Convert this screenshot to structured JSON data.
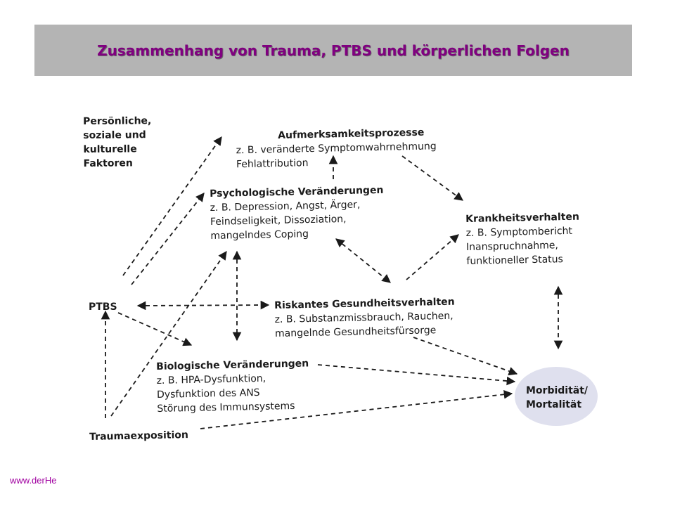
{
  "slide": {
    "title": "Zusammenhang von Trauma, PTBS und körperlichen Folgen",
    "footer_text": "www.derHe"
  },
  "diagram": {
    "factors": {
      "lines": [
        "Persönliche,",
        "soziale und",
        "kulturelle",
        "Faktoren"
      ]
    },
    "attention": {
      "heading": "Aufmerksamkeitsprozesse",
      "lines": [
        "z. B. veränderte Symptomwahrnehmung",
        "Fehlattribution"
      ]
    },
    "psych": {
      "heading": "Psychologische Veränderungen",
      "lines": [
        "z. B. Depression, Angst, Ärger,",
        "Feindseligkeit, Dissoziation,",
        "mangelndes Coping"
      ]
    },
    "illness": {
      "heading": "Krankheitsverhalten",
      "lines": [
        "z. B. Symptombericht",
        "Inanspruchnahme,",
        "funktioneller Status"
      ]
    },
    "ptbs": {
      "label": "PTBS"
    },
    "risk": {
      "heading": "Riskantes Gesundheitsverhalten",
      "lines": [
        "z. B. Substanzmissbrauch, Rauchen,",
        "mangelnde Gesundheitsfürsorge"
      ]
    },
    "bio": {
      "heading": "Biologische Veränderungen",
      "lines": [
        "z. B. HPA-Dysfunktion,",
        "Dysfunktion des ANS",
        "Störung des Immunsystems"
      ]
    },
    "morbidity": {
      "lines": [
        "Morbidität/",
        "Mortalität"
      ]
    },
    "trauma": {
      "label": "Traumaexposition"
    }
  },
  "colors": {
    "title_text": "#800080",
    "title_bar": "#b4b4b4",
    "arrow": "#1a1a1a",
    "ellipse": "#dfe0ee",
    "footer": "#a000a0"
  }
}
